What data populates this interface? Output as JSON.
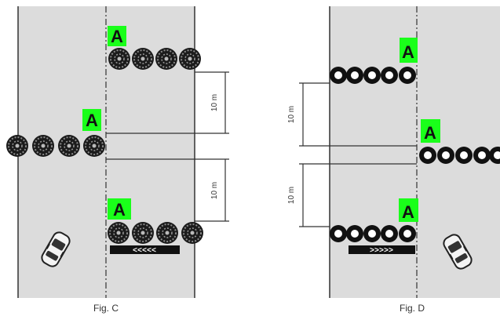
{
  "figures": [
    {
      "caption": "Fig. C",
      "marker": "A",
      "distance_top": "10 m",
      "distance_bottom": "10 m",
      "arrow_text": "<<<<<"
    },
    {
      "caption": "Fig. D",
      "marker": "A",
      "distance_top": "10 m",
      "distance_bottom": "10 m",
      "arrow_text": ">>>>>"
    }
  ],
  "colors": {
    "road": "#dcdcdc",
    "marker_bg": "#1aff1a",
    "tire": "#1a1a1a",
    "line": "#333333"
  },
  "icons": {
    "car": "car-icon",
    "tire": "tire-icon"
  }
}
